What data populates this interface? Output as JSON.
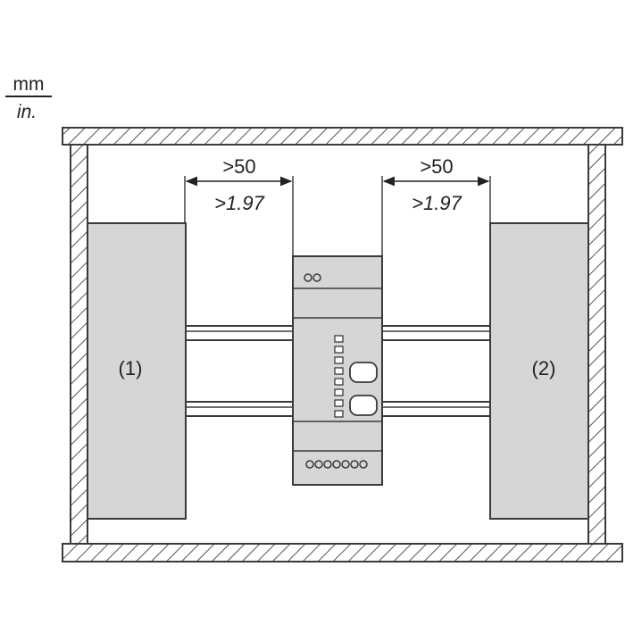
{
  "units": {
    "top": "mm",
    "bottom": "in."
  },
  "dimension_left": {
    "mm": ">50",
    "in": ">1.97"
  },
  "dimension_right": {
    "mm": ">50",
    "in": ">1.97"
  },
  "labels": {
    "left_device": "(1)",
    "right_device": "(2)"
  },
  "colors": {
    "device_fill": "#d6d6d6",
    "stroke": "#3a3a3a",
    "wall_fill": "#ffffff"
  }
}
